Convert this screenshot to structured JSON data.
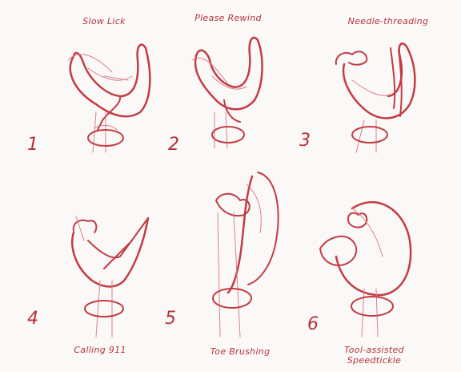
{
  "panels": [
    {
      "number": "1",
      "caption": "Slow Lick"
    },
    {
      "number": "2",
      "caption": "Please Rewind"
    },
    {
      "number": "3",
      "caption": "Needle-threading"
    },
    {
      "number": "4",
      "caption": "Calling 911"
    },
    {
      "number": "5",
      "caption": "Toe Brushing"
    },
    {
      "number": "6",
      "caption": "Tool-assisted\nSpeedtickle"
    }
  ],
  "colors": {
    "ink": "#c33c45",
    "paper": "#fbf9f8"
  }
}
